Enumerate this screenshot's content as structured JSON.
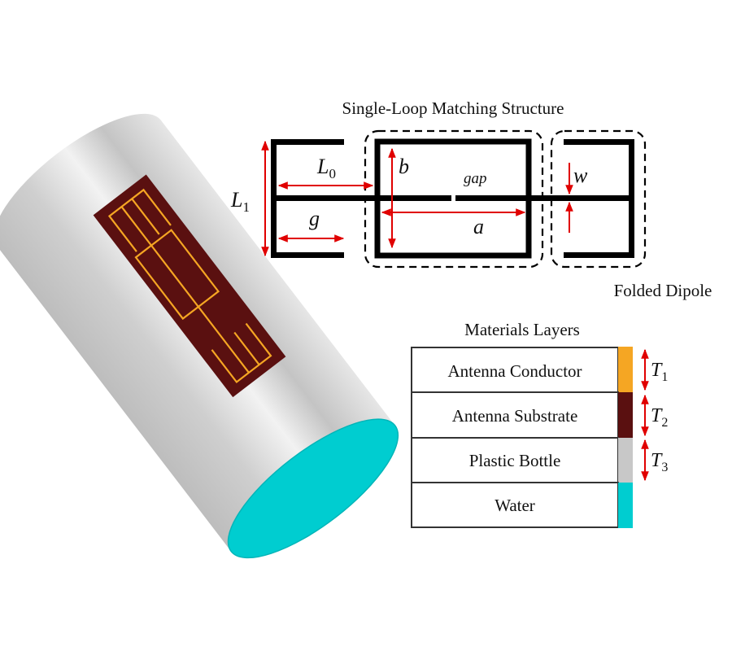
{
  "schematic": {
    "title": "Single-Loop Matching Structure",
    "dipole_label": "Folded Dipole",
    "labels": {
      "L1": {
        "base": "L",
        "sub": "1"
      },
      "L0": {
        "base": "L",
        "sub": "0"
      },
      "g": "g",
      "b": "b",
      "gap": "gap",
      "a": "a",
      "w": "w"
    }
  },
  "layers": {
    "title": "Materials Layers",
    "rows": [
      {
        "name": "Antenna Conductor",
        "color": "#f5a623",
        "thickness": {
          "base": "T",
          "sub": "1"
        }
      },
      {
        "name": "Antenna Substrate",
        "color": "#5a1010",
        "thickness": {
          "base": "T",
          "sub": "2"
        }
      },
      {
        "name": "Plastic Bottle",
        "color": "#c8c8c8",
        "thickness": {
          "base": "T",
          "sub": "3"
        }
      },
      {
        "name": "Water",
        "color": "#00cdd0",
        "thickness": null
      }
    ]
  },
  "colors": {
    "bottle": "#d4d4d4",
    "water": "#00cdd0",
    "substrate": "#5a1010",
    "conductor": "#f5a623",
    "dimension": "#e00000"
  }
}
